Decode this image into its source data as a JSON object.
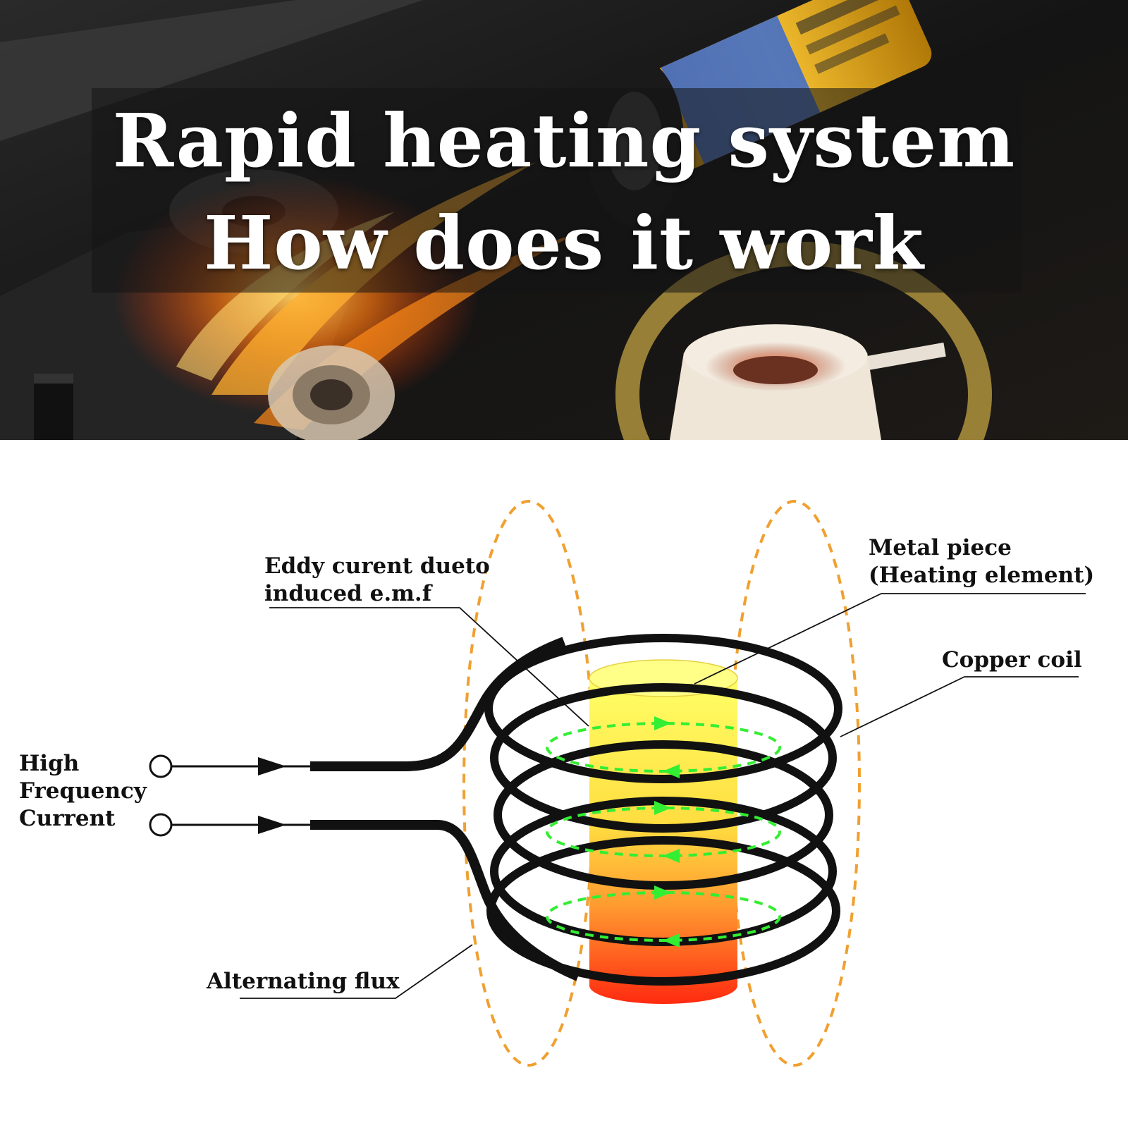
{
  "banner": {
    "title_line1": "Rapid heating system",
    "title_line2": "How does it work"
  },
  "diagram": {
    "labels": {
      "eddy_current_line1": "Eddy curent dueto",
      "eddy_current_line2": "induced e.m.f",
      "metal_piece_line1": "Metal piece",
      "metal_piece_line2": "(Heating element)",
      "copper_coil": "Copper coil",
      "hf_current_line1": "High",
      "hf_current_line2": "Frequency",
      "hf_current_line3": "Current",
      "alternating_flux": "Alternating flux"
    },
    "colors": {
      "flux_lines": "#f0a030",
      "eddy_current": "#33ee33",
      "coil": "#111111",
      "metal_top": "#ffff66",
      "metal_bottom": "#ff2a10"
    }
  }
}
